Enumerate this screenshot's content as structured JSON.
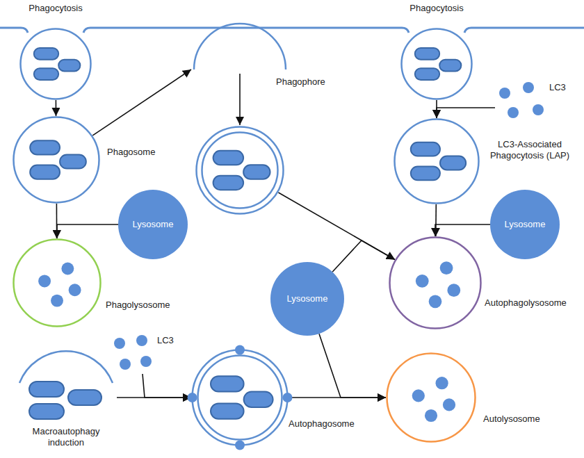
{
  "diagram": {
    "nodes": [
      {
        "text": [
          "Phagocytosis"
        ]
      },
      {
        "text": [
          "Phagocytosis"
        ]
      },
      {
        "text": [
          "Phagophore"
        ]
      },
      {
        "text": [
          "LC3"
        ]
      },
      {
        "text": [
          "Phagosome"
        ]
      },
      {
        "text": []
      },
      {
        "text": [
          "LC3-Associated Phagocytosis (LAP)"
        ]
      },
      {
        "text": [
          "Lysosome"
        ]
      },
      {
        "text": [
          "Lysosome"
        ]
      },
      {
        "text": [
          "Phagolysosome"
        ]
      },
      {
        "text": [
          "Lysosome"
        ]
      },
      {
        "text": [
          "Autophagolysosome"
        ]
      },
      {
        "text": [
          "LC3"
        ]
      },
      {
        "text": [
          "Macroautophagy induction"
        ]
      },
      {
        "text": [
          "Autophagosome"
        ]
      },
      {
        "text": [
          "Autolysosome"
        ]
      }
    ],
    "edges": [
      {
        "from": 0,
        "to": 4,
        "arrow": "to"
      },
      {
        "from": 4,
        "to": 2,
        "arrow": "to"
      },
      {
        "from": 2,
        "to": 5,
        "arrow": "to"
      },
      {
        "from": 1,
        "to": 6,
        "arrow": "to"
      },
      {
        "from": 3,
        "to": 6,
        "arrow": "to"
      },
      {
        "from": 4,
        "to": 9,
        "arrow": "to"
      },
      {
        "from": 7,
        "to": 9,
        "arrow": "to"
      },
      {
        "from": 6,
        "to": 11,
        "arrow": "to"
      },
      {
        "from": 8,
        "to": 11,
        "arrow": "to"
      },
      {
        "from": 5,
        "to": 11,
        "arrow": "to"
      },
      {
        "from": 10,
        "to": 11,
        "arrow": "to"
      },
      {
        "from": 13,
        "to": 14,
        "arrow": "to"
      },
      {
        "from": 12,
        "to": 14,
        "arrow": "to"
      },
      {
        "from": 14,
        "to": 15,
        "arrow": "to"
      },
      {
        "from": 10,
        "to": 15,
        "arrow": "to"
      }
    ]
  }
}
